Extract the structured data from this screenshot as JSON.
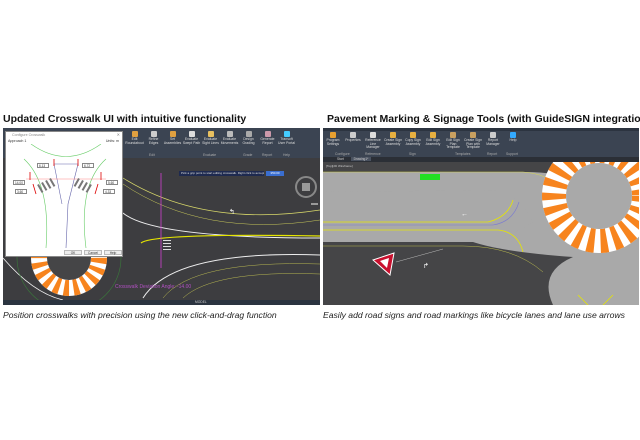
{
  "left": {
    "title": "Updated Crosswalk UI with intuitive functionality",
    "caption": "Position crosswalks with precision using the new click-and-drag function",
    "ribbon": {
      "buttons": [
        "Edit Roundabout",
        "Refine Edges",
        "Set Assemblies",
        "Evaluate Swept Path",
        "Evaluate Sight Lines",
        "Evaluate Movements",
        "Design Grading",
        "Generate Report",
        "Transoft User Portal"
      ],
      "groups": [
        "Edit",
        "Evaluate",
        "Grade",
        "Report",
        "Help"
      ]
    },
    "dialog": {
      "title": "Configure Crosswalk",
      "approach": "Approach 1",
      "units": "Units: m",
      "values": [
        "6.13",
        "6.72",
        "14.00",
        "5.60",
        "3.60",
        "4.33"
      ],
      "buttons": [
        "OK",
        "Cancel",
        "Help"
      ]
    },
    "prompt": "Pick a grip point to start editing crosswalk. Right click to accept",
    "prompt_value": "350.00",
    "annotation": "Crosswalk Deviation Angle: -14.00",
    "status": "MODEL"
  },
  "right": {
    "title": "Pavement Marking & Signage Tools (with GuideSIGN integration)",
    "caption": "Easily add road signs and road markings like bicycle lanes and lane use arrows",
    "ribbon": {
      "buttons": [
        "Program Settings",
        "Properties",
        "Reference Line Manager",
        "Create Sign Assembly",
        "Copy Sign Assembly",
        "Edit Sign Assembly",
        "Edit Sign Plan Template",
        "Create Sign Plan with Template",
        "Report Manager",
        "Help"
      ],
      "groups": [
        "Configure",
        "Reference",
        "Sign",
        "Templates",
        "Report",
        "Support"
      ]
    },
    "tabs": [
      "Start",
      "Drawing1*"
    ],
    "viewport_label": "[Top][2D Wireframe]"
  },
  "colors": {
    "orange": "#f7841e",
    "asphalt": "#454547",
    "concrete": "#a9a9a9",
    "ribbon": "#3b4452"
  }
}
